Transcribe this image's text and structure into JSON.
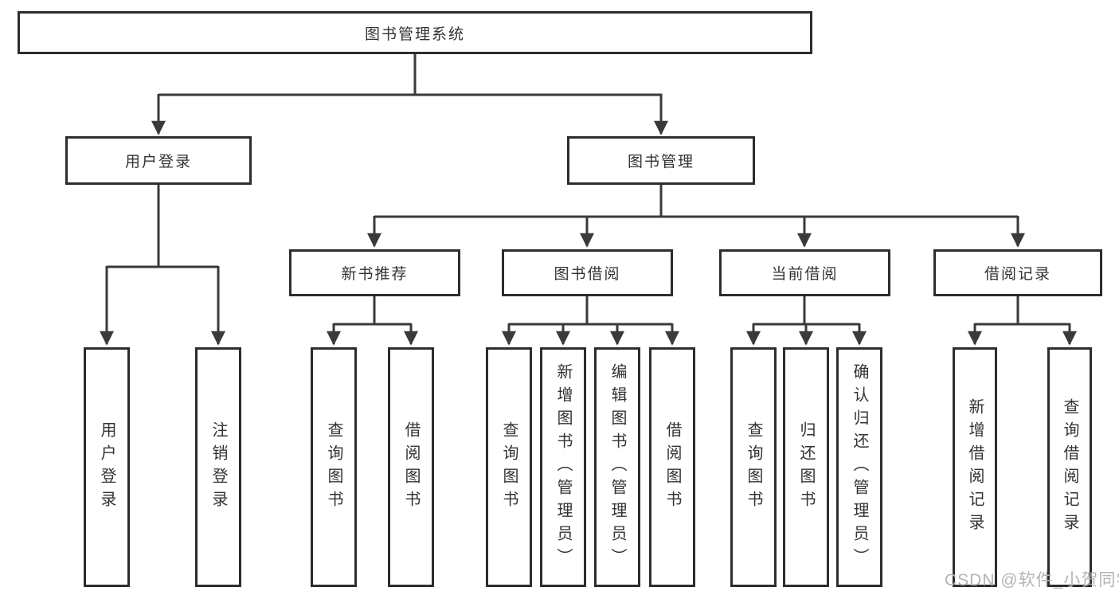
{
  "tree": {
    "root": "图书管理系统",
    "user_login_branch": {
      "label": "用户登录",
      "leaves": [
        "用户登录",
        "注销登录"
      ]
    },
    "book_mgmt_branch": {
      "label": "图书管理",
      "sections": [
        {
          "label": "新书推荐",
          "leaves": [
            "查询图书",
            "借阅图书"
          ]
        },
        {
          "label": "图书借阅",
          "leaves": [
            "查询图书",
            "新增图书（管理员）",
            "编辑图书（管理员）",
            "借阅图书"
          ]
        },
        {
          "label": "当前借阅",
          "leaves": [
            "查询图书",
            "归还图书",
            "确认归还（管理员）"
          ]
        },
        {
          "label": "借阅记录",
          "leaves": [
            "新增借阅记录",
            "查询借阅记录"
          ]
        }
      ]
    }
  },
  "watermark": "CSDN @软件_小贺同学",
  "colors": {
    "background": "#ffffff",
    "line": "#3a3a3a",
    "box_border": "#2d2d2d",
    "text": "#333333",
    "watermark": "#b4b4b4"
  }
}
